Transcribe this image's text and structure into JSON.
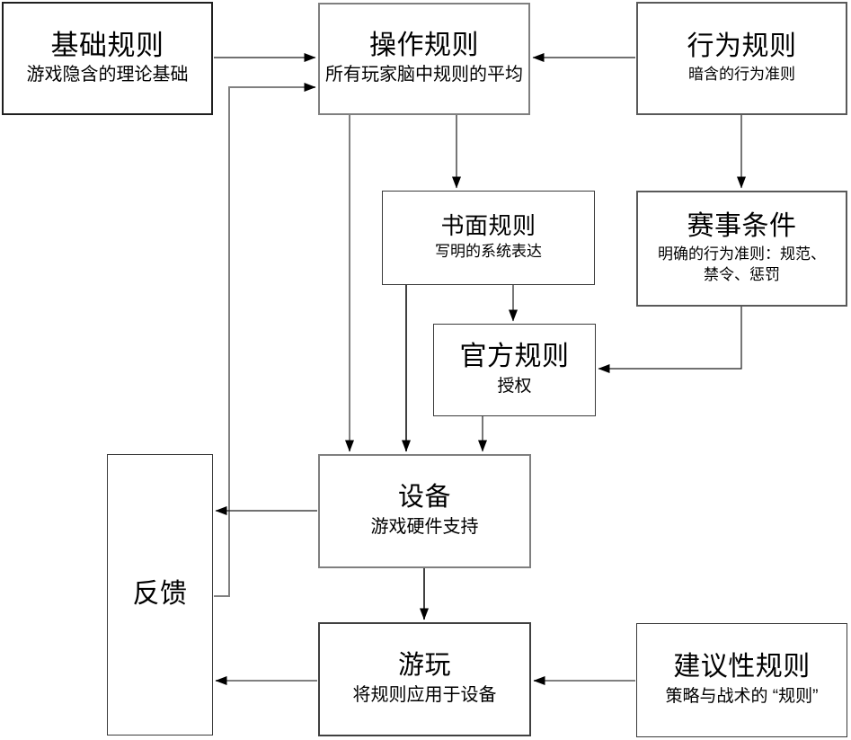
{
  "diagram": {
    "background_color": "#ffffff",
    "line_color": "#1c1c1c",
    "gray_line_color": "#808080",
    "nodes": {
      "base": {
        "title": "基础规则",
        "subtitle": "游戏隐含的理论基础"
      },
      "operational": {
        "title": "操作规则",
        "subtitle": "所有玩家脑中规则的平均"
      },
      "behavioral": {
        "title": "行为规则",
        "subtitle": "暗含的行为准则"
      },
      "written": {
        "title": "书面规则",
        "subtitle": "写明的系统表达"
      },
      "event": {
        "title": "赛事条件",
        "subtitle": "明确的行为准则：规范、\n禁令、惩罚"
      },
      "official": {
        "title": "官方规则",
        "subtitle": "授权"
      },
      "equipment": {
        "title": "设备",
        "subtitle": "游戏硬件支持"
      },
      "feedback": {
        "title": "反馈",
        "subtitle": ""
      },
      "play": {
        "title": "游玩",
        "subtitle": "将规则应用于设备"
      },
      "advisory": {
        "title": "建议性规则",
        "subtitle": "策略与战术的 “规则”"
      }
    },
    "edges": [
      {
        "from": "基础规则",
        "to": "操作规则"
      },
      {
        "from": "行为规则",
        "to": "操作规则"
      },
      {
        "from": "反馈",
        "to": "操作规则"
      },
      {
        "from": "操作规则",
        "to": "书面规则"
      },
      {
        "from": "操作规则",
        "to": "设备"
      },
      {
        "from": "行为规则",
        "to": "赛事条件"
      },
      {
        "from": "书面规则",
        "to": "官方规则"
      },
      {
        "from": "书面规则",
        "to": "设备"
      },
      {
        "from": "赛事条件",
        "to": "官方规则"
      },
      {
        "from": "官方规则",
        "to": "设备"
      },
      {
        "from": "设备",
        "to": "反馈"
      },
      {
        "from": "设备",
        "to": "游玩"
      },
      {
        "from": "游玩",
        "to": "反馈"
      },
      {
        "from": "建议性规则",
        "to": "游玩"
      }
    ]
  }
}
